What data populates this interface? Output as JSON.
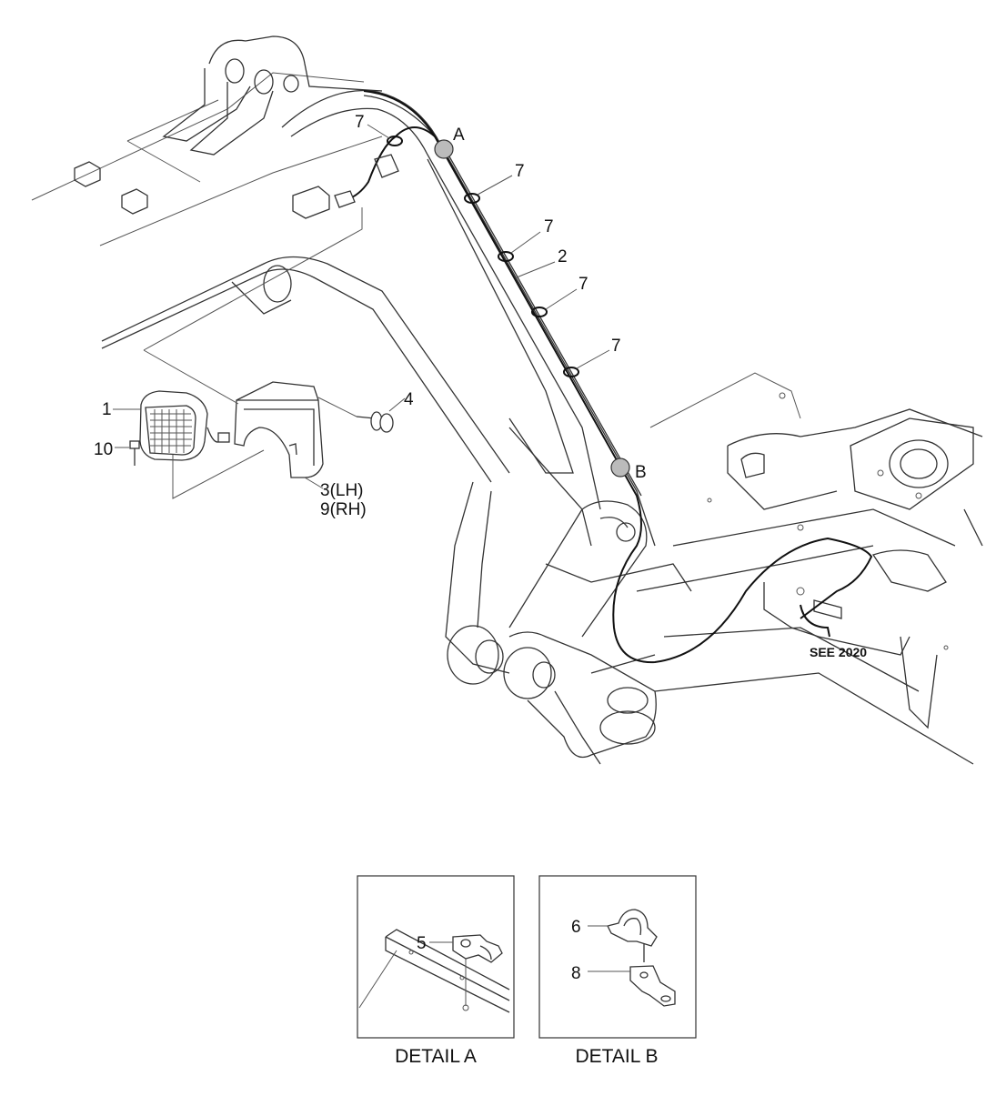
{
  "callouts": {
    "c1": "1",
    "c2": "2",
    "c3": "3(LH)",
    "c9": "9(RH)",
    "c4": "4",
    "c5": "5",
    "c6": "6",
    "c7a": "7",
    "c7b": "7",
    "c7c": "7",
    "c7d": "7",
    "c7e": "7",
    "c8": "8",
    "c10": "10",
    "detail_a_marker": "A",
    "detail_b_marker": "B"
  },
  "reference_note": "SEE 2020",
  "details": {
    "a_caption": "DETAIL A",
    "b_caption": "DETAIL B"
  }
}
